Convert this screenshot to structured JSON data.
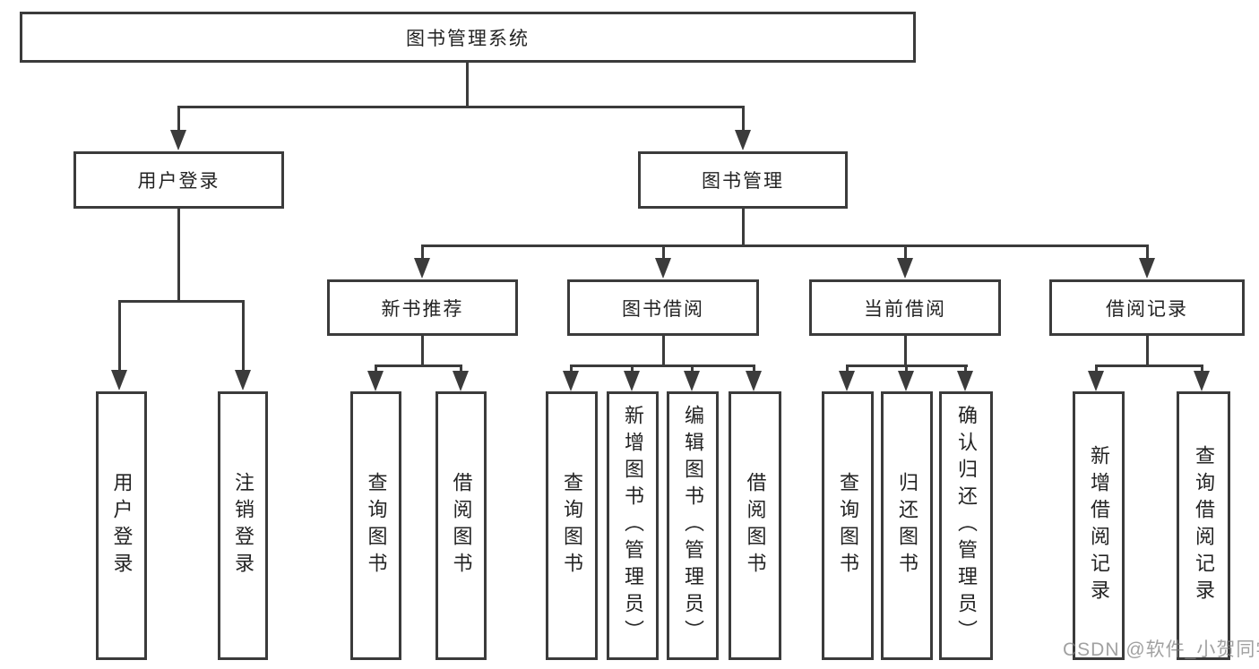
{
  "diagram_title": "图书管理系统",
  "watermark": "CSDN @软件_小贺同学",
  "colors": {
    "line": "#3b3b3b",
    "text": "#232323",
    "background": "#ffffff",
    "watermark": "#828282"
  },
  "tree": {
    "label": "图书管理系统",
    "children": [
      {
        "label": "用户登录",
        "children": [
          {
            "label": "用户登录"
          },
          {
            "label": "注销登录"
          }
        ]
      },
      {
        "label": "图书管理",
        "children": [
          {
            "label": "新书推荐",
            "children": [
              {
                "label": "查询图书"
              },
              {
                "label": "借阅图书"
              }
            ]
          },
          {
            "label": "图书借阅",
            "children": [
              {
                "label": "查询图书"
              },
              {
                "label": "新增图书（管理员）"
              },
              {
                "label": "编辑图书（管理员）"
              },
              {
                "label": "借阅图书"
              }
            ]
          },
          {
            "label": "当前借阅",
            "children": [
              {
                "label": "查询图书"
              },
              {
                "label": "归还图书"
              },
              {
                "label": "确认归还（管理员）"
              }
            ]
          },
          {
            "label": "借阅记录",
            "children": [
              {
                "label": "新增借阅记录"
              },
              {
                "label": "查询借阅记录"
              }
            ]
          }
        ]
      }
    ]
  }
}
